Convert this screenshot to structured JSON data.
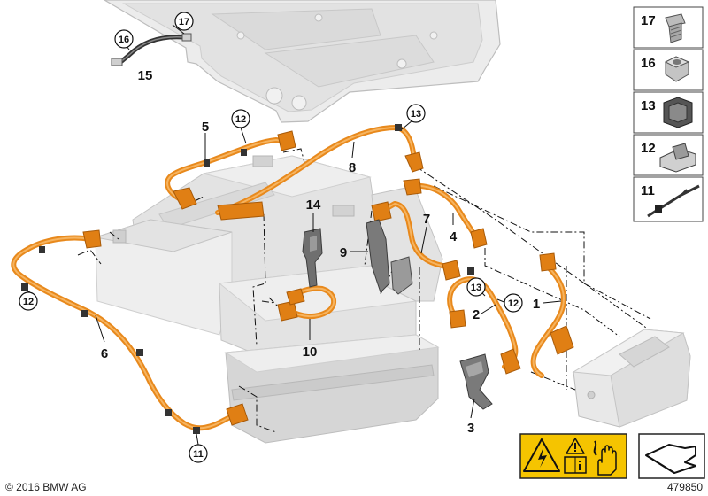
{
  "diagram": {
    "part_labels": {
      "p1": "1",
      "p2": "2",
      "p3": "3",
      "p4": "4",
      "p5": "5",
      "p6": "6",
      "p7": "7",
      "p8": "8",
      "p9": "9",
      "p10": "10",
      "p14": "14",
      "p15": "15"
    },
    "circle_labels": {
      "c16": "16",
      "c17": "17",
      "c12a": "12",
      "c13a": "13",
      "c12b": "12",
      "c13b": "13",
      "c12c": "12",
      "c11": "11"
    },
    "parts_panel": [
      {
        "number": "17",
        "icon": "bolt-icon"
      },
      {
        "number": "16",
        "icon": "nut-icon"
      },
      {
        "number": "13",
        "icon": "clamp-icon"
      },
      {
        "number": "12",
        "icon": "clip-icon"
      },
      {
        "number": "11",
        "icon": "cable-tie-icon"
      }
    ],
    "footer": {
      "copyright": "© 2016 BMW AG",
      "diagram_number": "479850"
    },
    "colors": {
      "cable": "#e8891c",
      "warning": "#f5c400",
      "battery": "#e3e3e3"
    }
  }
}
